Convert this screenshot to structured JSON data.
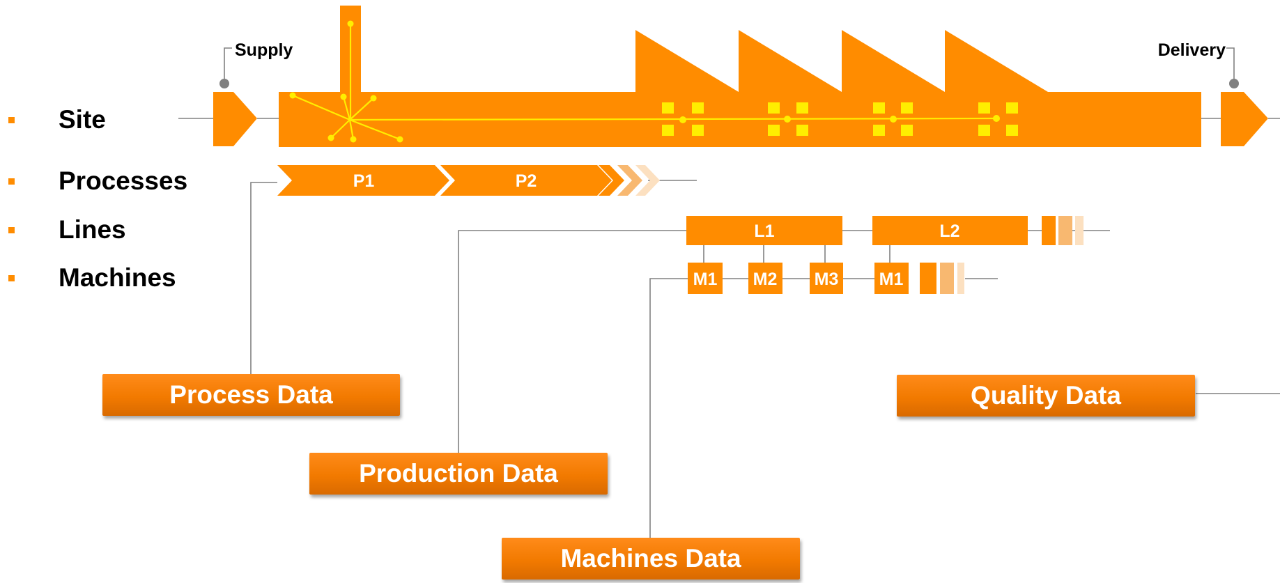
{
  "colors": {
    "accent": "#ff8c00",
    "highlight": "#ffee00",
    "connector": "#808080"
  },
  "legend": [
    {
      "bullet": "square-bullet-icon",
      "label": "Site"
    },
    {
      "bullet": "square-bullet-icon",
      "label": "Processes"
    },
    {
      "bullet": "square-bullet-icon",
      "label": "Lines"
    },
    {
      "bullet": "square-bullet-icon",
      "label": "Machines"
    }
  ],
  "site": {
    "supply_label": "Supply",
    "delivery_label": "Delivery"
  },
  "processes": [
    "P1",
    "P2"
  ],
  "lines": [
    "L1",
    "L2"
  ],
  "machines": [
    "M1",
    "M2",
    "M3",
    "M1"
  ],
  "data_buttons": {
    "process": "Process Data",
    "production": "Production Data",
    "machines": "Machines Data",
    "quality": "Quality Data"
  }
}
